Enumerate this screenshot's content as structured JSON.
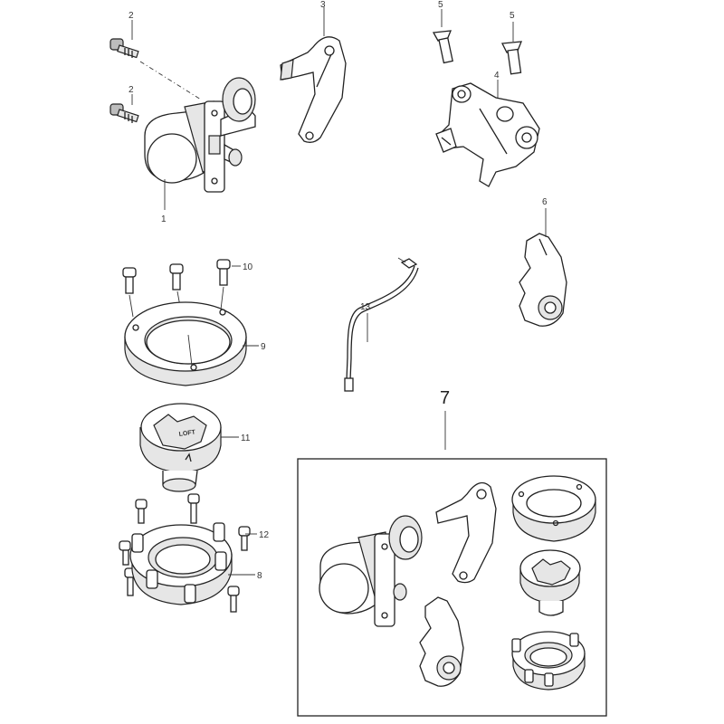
{
  "diagram": {
    "callouts": {
      "c1": "1",
      "c2a": "2",
      "c2b": "2",
      "c3": "3",
      "c4": "4",
      "c5a": "5",
      "c5b": "5",
      "c6": "6",
      "c7": "7",
      "c8": "8",
      "c9": "9",
      "c10": "10",
      "c11": "11",
      "c12": "12",
      "c13": "13"
    },
    "knob_lettering": "LOFT"
  }
}
